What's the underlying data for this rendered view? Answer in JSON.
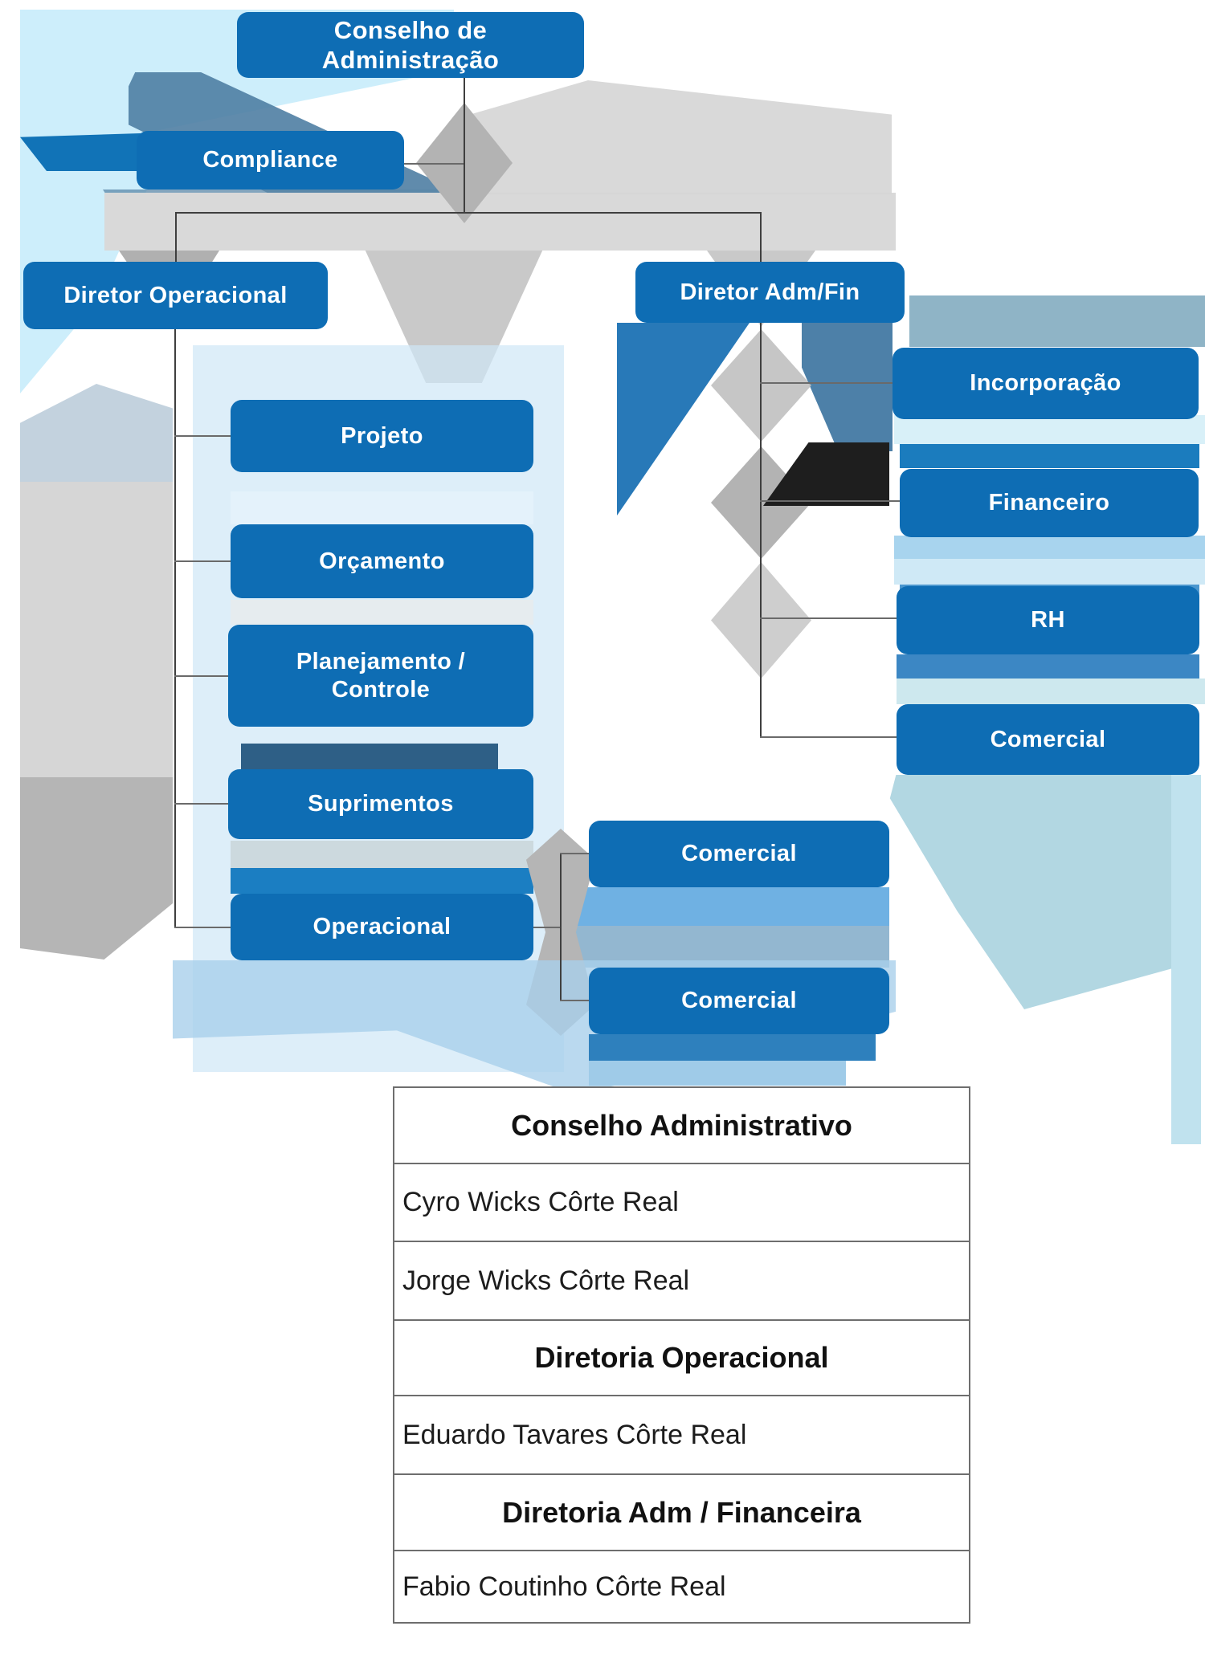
{
  "org": {
    "nodes": [
      {
        "label": "Conselho de Administração"
      },
      {
        "label": "Compliance"
      },
      {
        "label": "Diretor Operacional"
      },
      {
        "label": "Diretor Adm/Fin"
      },
      {
        "label": "Projeto"
      },
      {
        "label": "Orçamento"
      },
      {
        "label": "Planejamento / Controle"
      },
      {
        "label": "Suprimentos"
      },
      {
        "label": "Operacional"
      },
      {
        "label": "Comercial"
      },
      {
        "label": "Comercial"
      },
      {
        "label": "Incorporação"
      },
      {
        "label": "Financeiro"
      },
      {
        "label": "RH"
      },
      {
        "label": "Comercial"
      }
    ]
  },
  "table": {
    "rows": [
      {
        "style": "header",
        "text": "Conselho Administrativo"
      },
      {
        "style": "name",
        "text": "Cyro Wicks Côrte Real"
      },
      {
        "style": "name",
        "text": "Jorge Wicks Côrte Real"
      },
      {
        "style": "header",
        "text": "Diretoria Operacional"
      },
      {
        "style": "name",
        "text": "Eduardo Tavares Côrte Real"
      },
      {
        "style": "header",
        "text": "Diretoria Adm / Financeira"
      },
      {
        "style": "name",
        "text": "Fabio Coutinho Côrte Real"
      }
    ]
  },
  "colors": {
    "node_blue": "#0e6db4",
    "connector": "#3f3f3f",
    "table_border": "#6e6e6e"
  }
}
